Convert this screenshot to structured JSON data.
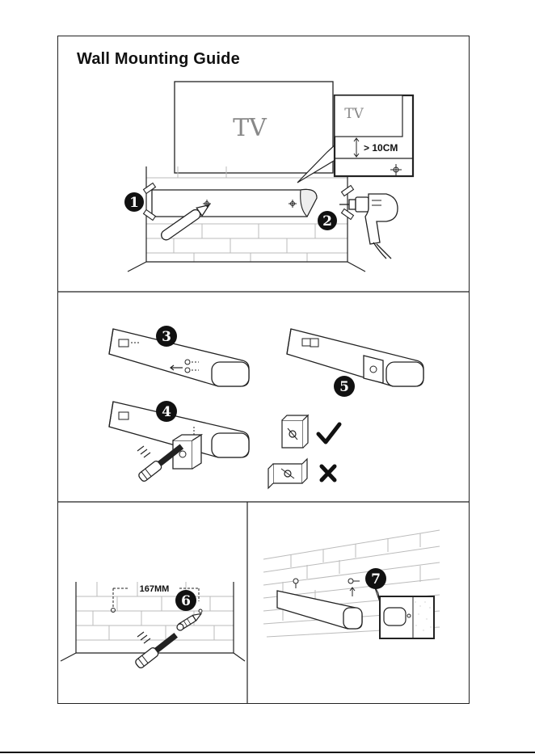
{
  "guide": {
    "title": "Wall Mounting Guide"
  },
  "illustration": {
    "tv_label": "TV",
    "zoom_tv_label": "TV",
    "clearance_label": "> 10CM",
    "spacing_label": "167MM",
    "steps": [
      "1",
      "2",
      "3",
      "4",
      "5",
      "6",
      "7"
    ]
  }
}
